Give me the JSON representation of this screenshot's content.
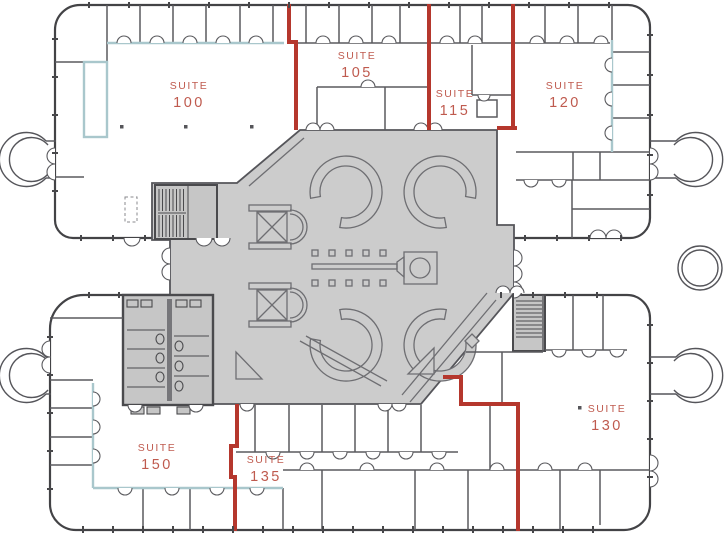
{
  "plan": {
    "type": "office-floor-plan",
    "suites": [
      {
        "name": "SUITE",
        "number": "100"
      },
      {
        "name": "SUITE",
        "number": "105"
      },
      {
        "name": "SUITE",
        "number": "115"
      },
      {
        "name": "SUITE",
        "number": "120"
      },
      {
        "name": "SUITE",
        "number": "130"
      },
      {
        "name": "SUITE",
        "number": "135"
      },
      {
        "name": "SUITE",
        "number": "150"
      }
    ],
    "colors": {
      "demising_wall_red": "#b5372d",
      "suite_label_red": "#bf5a4e",
      "atrium_gray": "#cccccc",
      "wall_dark": "#4a4a4d",
      "accent_teal": "#a9c7cc",
      "background": "#ffffff"
    }
  }
}
